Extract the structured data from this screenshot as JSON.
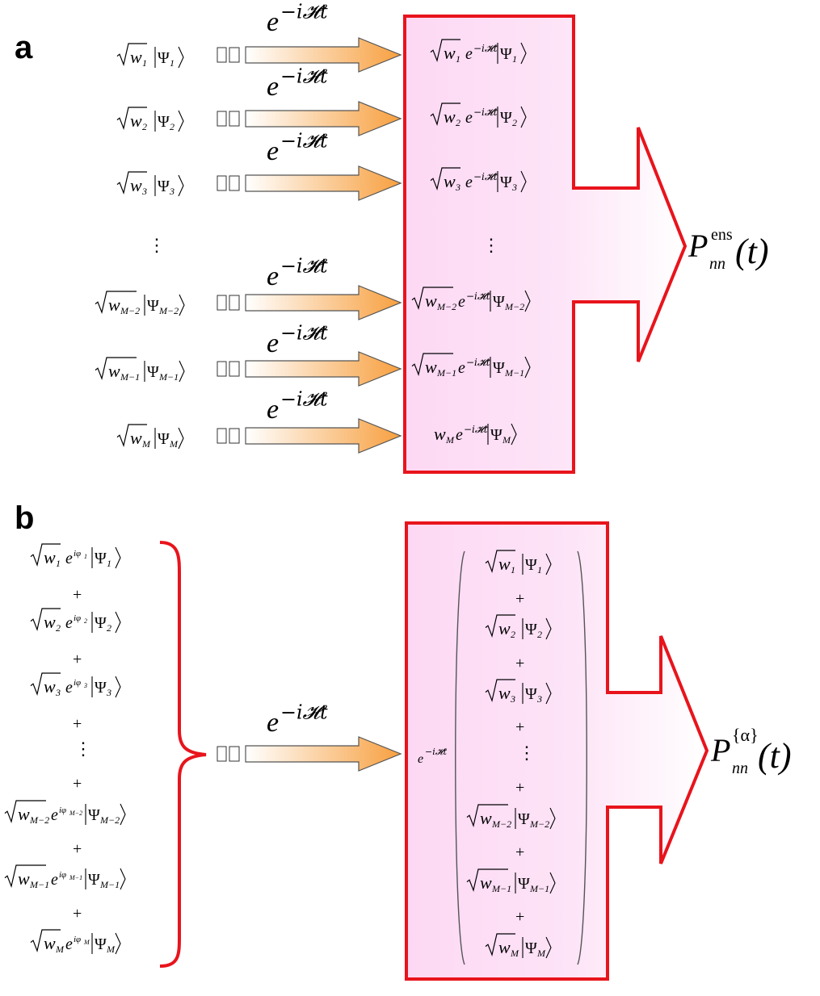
{
  "panels": {
    "a": {
      "label": "a",
      "operator": "e−i𝓗t",
      "result": "P",
      "result_superscript": "ens",
      "result_subscript": "nn",
      "result_argument": "(t)",
      "states": [
        {
          "weight": "w",
          "weight_index": "1",
          "ket": "Ψ",
          "ket_index": "1"
        },
        {
          "weight": "w",
          "weight_index": "2",
          "ket": "Ψ",
          "ket_index": "2"
        },
        {
          "weight": "w",
          "weight_index": "3",
          "ket": "Ψ",
          "ket_index": "3"
        },
        {
          "ellipsis": "⋮"
        },
        {
          "weight": "w",
          "weight_index": "M−2",
          "ket": "Ψ",
          "ket_index": "M−2"
        },
        {
          "weight": "w",
          "weight_index": "M−1",
          "ket": "Ψ",
          "ket_index": "M−1"
        },
        {
          "weight": "w",
          "weight_index": "M",
          "ket": "Ψ",
          "ket_index": "M"
        }
      ],
      "evolved_prefix": "e−i𝓗t"
    },
    "b": {
      "label": "b",
      "operator": "e−i𝓗t",
      "result": "P",
      "result_superscript": "{α}",
      "result_subscript": "nn",
      "result_argument": "(t)",
      "plus": "+",
      "ellipsis": "⋮",
      "phase_symbol": "iφ",
      "box_prefix": "e−i𝓗t"
    }
  },
  "colors": {
    "box_border": "#e8141c",
    "box_fill": "#fde0f6",
    "arrow_orange": "#f7a040",
    "arrow_border": "#555555",
    "brace": "#e8141c"
  }
}
